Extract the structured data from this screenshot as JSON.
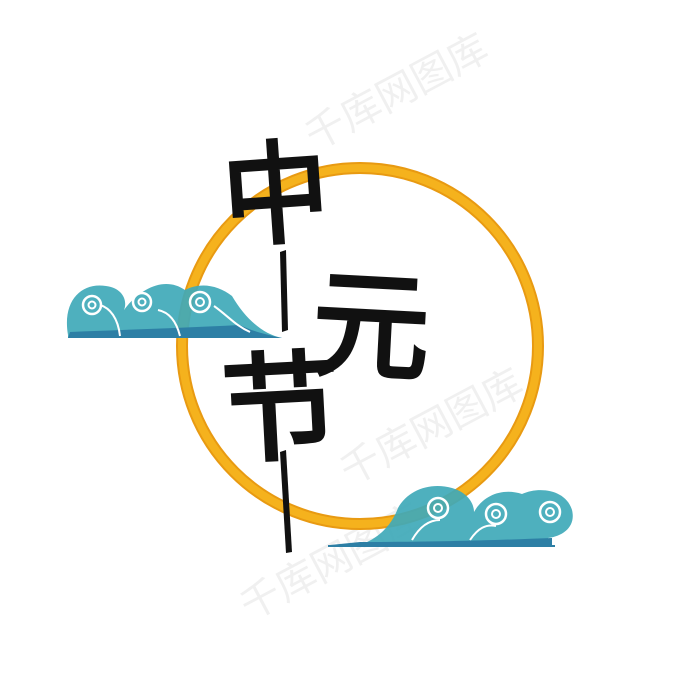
{
  "title_chars": [
    "中",
    "元",
    "节"
  ],
  "watermark": "千库网图库",
  "colors": {
    "ring": "#f5b21d",
    "ring_edge": "#e89a12",
    "wave_fill": "#3fa9b8",
    "wave_dark": "#2d7fa5",
    "wave_line": "#ffffff",
    "ink": "#111111"
  },
  "icons": {
    "moon": "moon-ring-icon",
    "wave": "wave-cloud-icon"
  }
}
